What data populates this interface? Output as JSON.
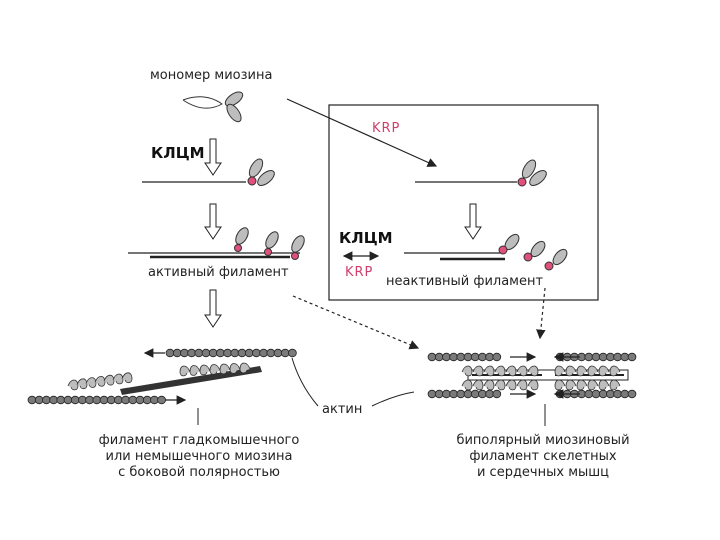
{
  "labels": {
    "monomer": "мономер миозина",
    "klcm_top": "КЛЦМ",
    "klcm_mid": "КЛЦМ",
    "krp_top": "KRP",
    "krp_mid": "KRP",
    "active_filament": "активный филамент",
    "inactive_filament": "неактивный филамент",
    "actin": "актин",
    "smooth_caption": [
      "филамент гладкомышечного",
      "или немышечного миозина",
      "с боковой полярностью"
    ],
    "bipolar_caption": [
      "биполярный миозиновый",
      "филамент скелетных",
      "и сердечных мышц"
    ]
  },
  "colors": {
    "phospho_dot": "#e0507a",
    "krp_text": "#d0406c",
    "head_fill": "#bdbdbd",
    "line": "#222222",
    "actin_fill": "#7a7a7a"
  }
}
